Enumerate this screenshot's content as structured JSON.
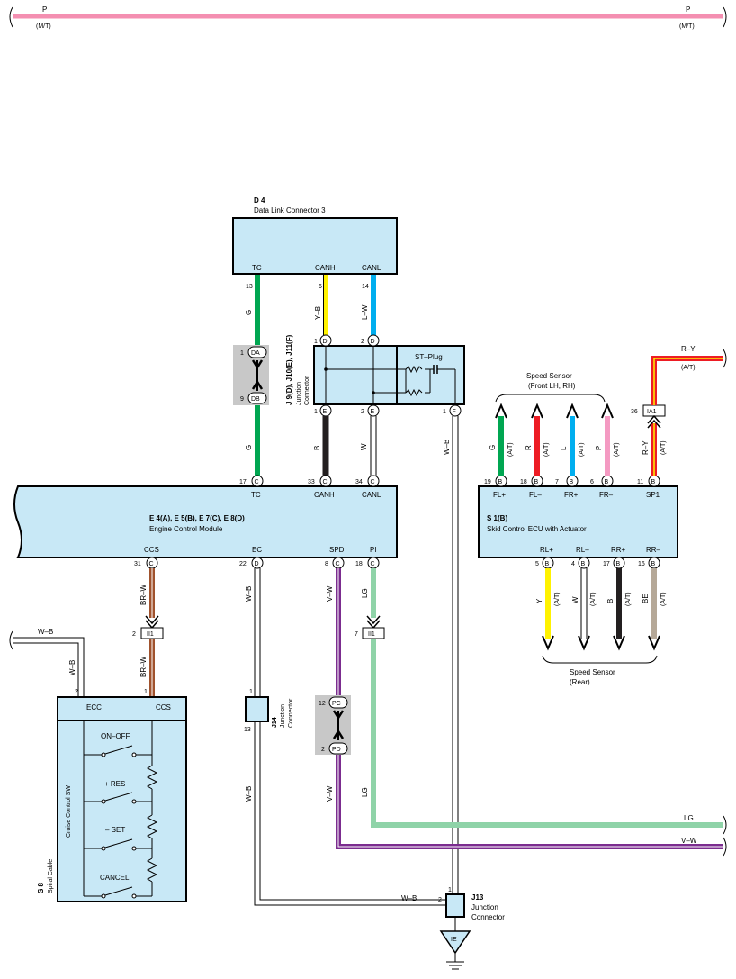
{
  "top_wire": {
    "left_color": "P",
    "left_note": "(M/T)",
    "right_color": "P",
    "right_note": "(M/T)"
  },
  "dlc": {
    "code": "D 4",
    "name": "Data Link Connector 3",
    "pins": [
      {
        "label": "TC",
        "num": "13",
        "wire": "G"
      },
      {
        "label": "CANH",
        "num": "6",
        "wire": "Y–B"
      },
      {
        "label": "CANL",
        "num": "14",
        "wire": "L–W"
      }
    ]
  },
  "jc_top": {
    "code": "J 9(D), J10(E), J11(F)",
    "name_line1": "Junction",
    "name_line2": "Connector",
    "pins": [
      {
        "num": "1",
        "letter": "D"
      },
      {
        "num": "2",
        "letter": "D"
      },
      {
        "num": "1",
        "letter": "E"
      },
      {
        "num": "2",
        "letter": "E"
      },
      {
        "num": "1",
        "letter": "F"
      }
    ],
    "st_plug": "ST–Plug"
  },
  "tc_splice": {
    "upper_num": "1",
    "upper_label": "DA",
    "lower_num": "9",
    "lower_label": "DB"
  },
  "ecm": {
    "code": "E 4(A), E 5(B), E 7(C), E 8(D)",
    "name": "Engine Control Module",
    "top_pins": [
      {
        "label": "TC",
        "num": "17",
        "letter": "C"
      },
      {
        "label": "CANH",
        "num": "33",
        "letter": "C"
      },
      {
        "label": "CANL",
        "num": "34",
        "letter": "C"
      }
    ],
    "bottom_pins": [
      {
        "label": "CCS",
        "num": "31",
        "letter": "C"
      },
      {
        "label": "EC",
        "num": "22",
        "letter": "D"
      },
      {
        "label": "SPD",
        "num": "8",
        "letter": "C"
      },
      {
        "label": "PI",
        "num": "18",
        "letter": "C"
      }
    ]
  },
  "wires": {
    "tc_lower": "G",
    "canh_lower": "B",
    "canl_lower": "W",
    "st_plug_out": "W–B",
    "ccs": "BR–W",
    "ccs_lower": "BR–W",
    "ec": "W–B",
    "ec_lower": "W–B",
    "spd": "V–W",
    "spd_lower": "V–W",
    "pi": "LG",
    "pi_lower": "LG",
    "ecc_in": "W–B",
    "ecc_down": "W–B",
    "ground_in": "W–B",
    "lg_right": "LG",
    "vw_right": "V–W"
  },
  "ii1_left": {
    "num": "2",
    "label": "II1"
  },
  "ii1_right": {
    "num": "7",
    "label": "II1"
  },
  "spd_splice": {
    "upper_num": "12",
    "upper_label": "PC",
    "lower_num": "2",
    "lower_label": "PD"
  },
  "j14": {
    "code": "J14",
    "name_line1": "Junction",
    "name_line2": "Connector",
    "top_num": "1",
    "bottom_num": "13"
  },
  "j13": {
    "code": "J13",
    "name_line1": "Junction",
    "name_line2": "Connector",
    "top_num": "1",
    "left_num": "2"
  },
  "ground_label": "IE",
  "cruise": {
    "code": "S 8",
    "name1": "Spiral Cable",
    "name2": "Cruise Control SW",
    "pin_ecc_num": "2",
    "pin_ecc": "ECC",
    "pin_ccs_num": "1",
    "pin_ccs": "CCS",
    "switches": [
      "ON–OFF",
      "+ RES",
      "– SET",
      "CANCEL"
    ]
  },
  "skid": {
    "code": "S 1(B)",
    "name": "Skid Control ECU with Actuator",
    "front_sensor_title": "Speed Sensor",
    "front_sensor_sub": "(Front LH,  RH)",
    "rear_sensor_title": "Speed Sensor",
    "rear_sensor_sub": "(Rear)",
    "top_pins": [
      {
        "label": "FL+",
        "num": "19",
        "letter": "B",
        "wire": "G",
        "note": "(A/T)",
        "color": "#00a651"
      },
      {
        "label": "FL–",
        "num": "18",
        "letter": "B",
        "wire": "R",
        "note": "(A/T)",
        "color": "#ed1c24"
      },
      {
        "label": "FR+",
        "num": "7",
        "letter": "B",
        "wire": "L",
        "note": "(A/T)",
        "color": "#00aeef"
      },
      {
        "label": "FR–",
        "num": "6",
        "letter": "B",
        "wire": "P",
        "note": "(A/T)",
        "color": "#f49ac2"
      },
      {
        "label": "SP1",
        "num": "11",
        "letter": "B",
        "wire": "R–Y",
        "note": "(A/T)",
        "color": "#ed1c24"
      }
    ],
    "bottom_pins": [
      {
        "label": "RL+",
        "num": "5",
        "letter": "B",
        "wire": "Y",
        "note": "(A/T)",
        "color": "#fff200"
      },
      {
        "label": "RL–",
        "num": "4",
        "letter": "B",
        "wire": "W",
        "note": "(A/T)",
        "color": "#ffffff"
      },
      {
        "label": "RR+",
        "num": "17",
        "letter": "B",
        "wire": "B",
        "note": "(A/T)",
        "color": "#231f20"
      },
      {
        "label": "RR–",
        "num": "16",
        "letter": "B",
        "wire": "BE",
        "note": "(A/T)",
        "color": "#b5a898"
      }
    ]
  },
  "ia1": {
    "num": "36",
    "label": "IA1",
    "wire": "R–Y",
    "note": "(A/T)",
    "wire_in": "R–Y",
    "note_in": "(A/T)"
  },
  "colors": {
    "box_fill": "#c8e8f6",
    "splice_bg": "#c8c8c8",
    "pink": "#f48fb1",
    "green": "#00a651",
    "yellow": "#fff200",
    "blue": "#00aeef",
    "brown": "#a0522d",
    "purple": "#7b2c8f",
    "lightgreen": "#8fd3a8",
    "black": "#231f20"
  }
}
